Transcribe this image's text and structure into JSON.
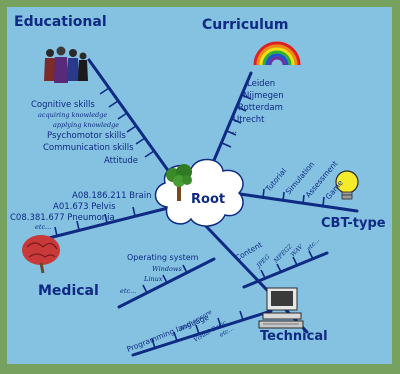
{
  "root": "Root",
  "educational": {
    "title": "Educational",
    "items": [
      "Cognitive skills",
      "acquiring knowledge",
      "applying knowledge",
      "Psychomotor skills",
      "Communication skills",
      "Attitude"
    ]
  },
  "curriculum": {
    "title": "Curriculum",
    "items": [
      "Leiden",
      "Nijmegen",
      "Rotterdam",
      "Utrecht",
      "..."
    ]
  },
  "cbt": {
    "title": "CBT-type",
    "items": [
      "Tutorial",
      "Simulation",
      "Assessment",
      "Game"
    ]
  },
  "medical": {
    "title": "Medical",
    "items": [
      "A08.186.211 Brain",
      "A01.673 Pelvis",
      "C08.381.677 Pneumonia",
      "etc..."
    ]
  },
  "technical": {
    "title": "Technical",
    "operating_system": "Operating system",
    "os_items": [
      "Windows",
      "Linux",
      "etc..."
    ],
    "content": "Content",
    "content_items": [
      "JPEG",
      "MPEG2",
      "WAV",
      "etc..."
    ],
    "programming": "Programming language",
    "prog_items": [
      "Authorware",
      "Visual Basic",
      "etc..."
    ]
  }
}
